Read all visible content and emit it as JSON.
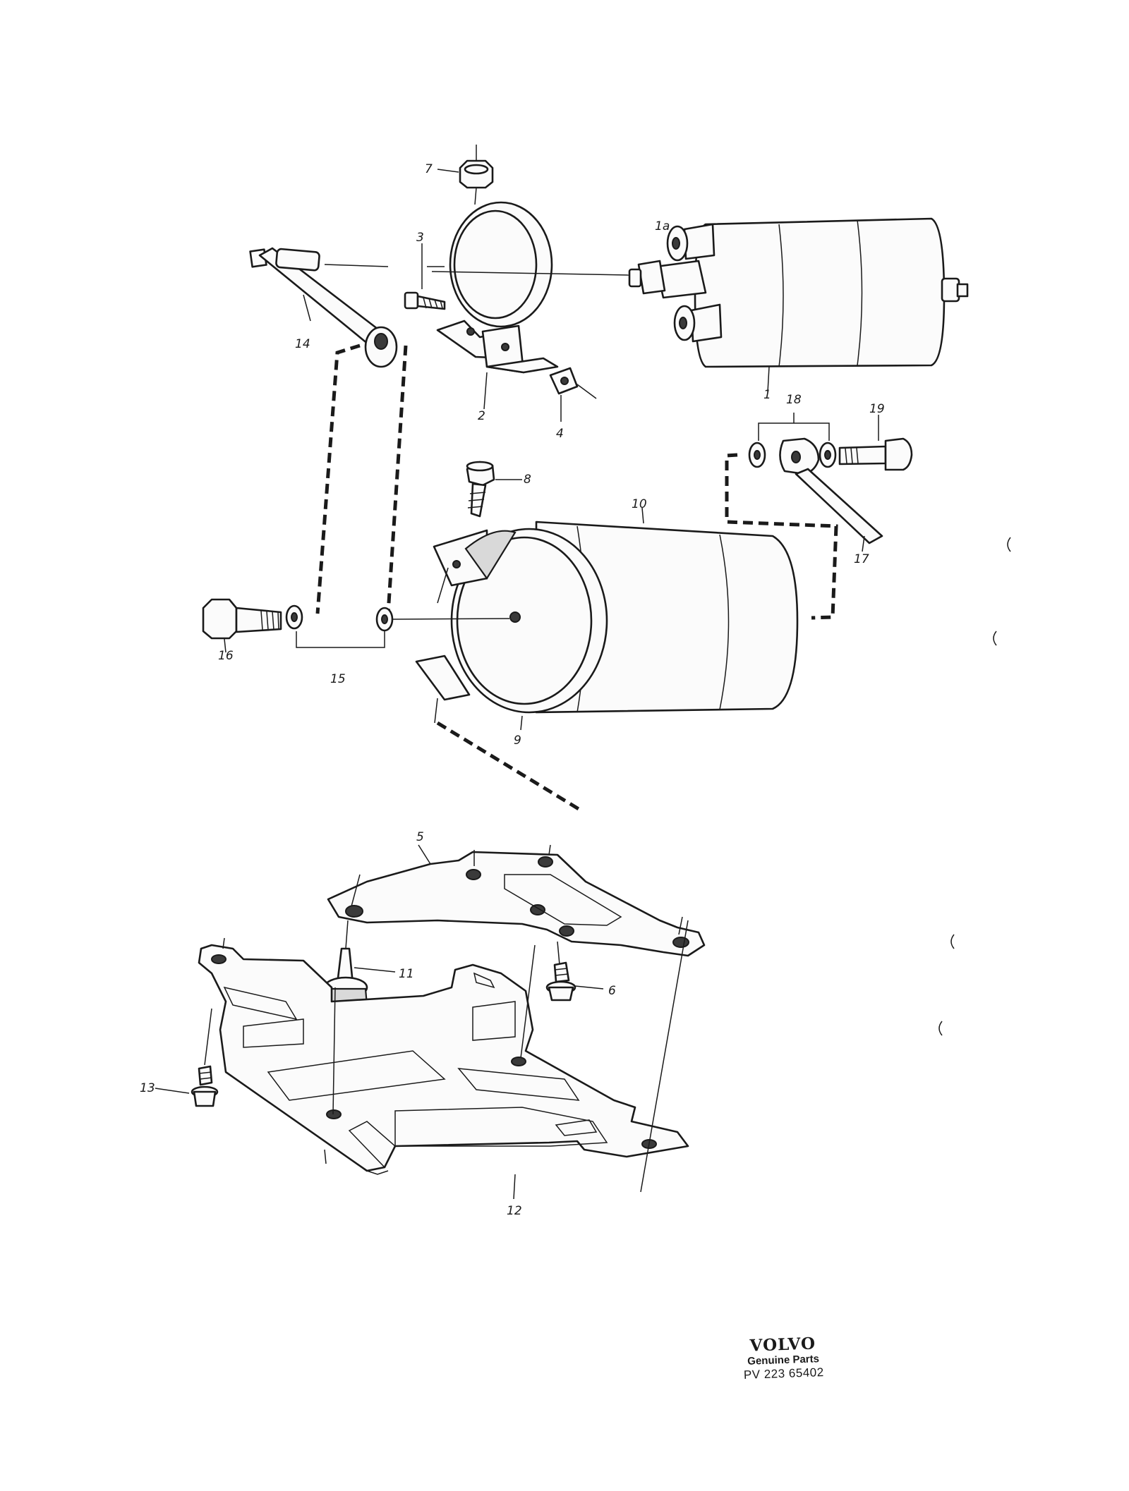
{
  "diagram": {
    "part_labels": {
      "p1": "1",
      "p1a": "1a",
      "p2": "2",
      "p3": "3",
      "p4": "4",
      "p5": "5",
      "p6": "6",
      "p7": "7",
      "p8": "8",
      "p9": "9",
      "p10": "10",
      "p11": "11",
      "p12": "12",
      "p13": "13",
      "p14": "14",
      "p15": "15",
      "p16": "16",
      "p17": "17",
      "p18": "18",
      "p19": "19"
    }
  },
  "brand": {
    "logo_text": "VOLVO",
    "subtitle": "Genuine Parts",
    "part_number": "PV 223 65402"
  }
}
